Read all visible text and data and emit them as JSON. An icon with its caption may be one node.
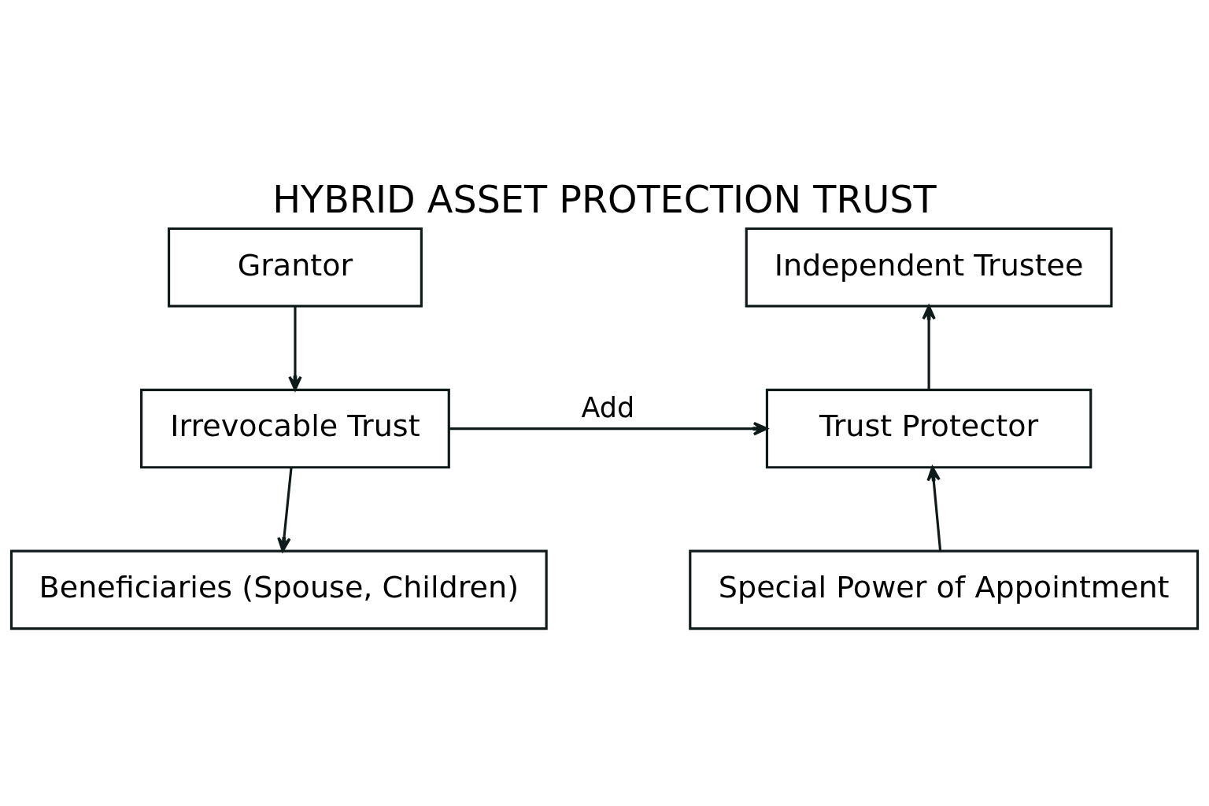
{
  "diagram": {
    "title": "HYBRID ASSET PROTECTION TRUST",
    "nodes": [
      {
        "text": [
          "Grantor"
        ]
      },
      {
        "text": [
          "Irrevocable Trust"
        ]
      },
      {
        "text": [
          "Beneficiaries (Spouse, Children)"
        ]
      },
      {
        "text": [
          "Independent Trustee"
        ]
      },
      {
        "text": [
          "Trust Protector"
        ]
      },
      {
        "text": [
          "Special Power of Appointment"
        ]
      }
    ],
    "edges": [
      {
        "from": 0,
        "to": 1,
        "arrow": "to"
      },
      {
        "from": 1,
        "to": 2,
        "arrow": "to"
      },
      {
        "from": 1,
        "to": 4,
        "arrow": "to",
        "label": "Add"
      },
      {
        "from": 4,
        "to": 3,
        "arrow": "to"
      },
      {
        "from": 5,
        "to": 4,
        "arrow": "to"
      }
    ]
  }
}
